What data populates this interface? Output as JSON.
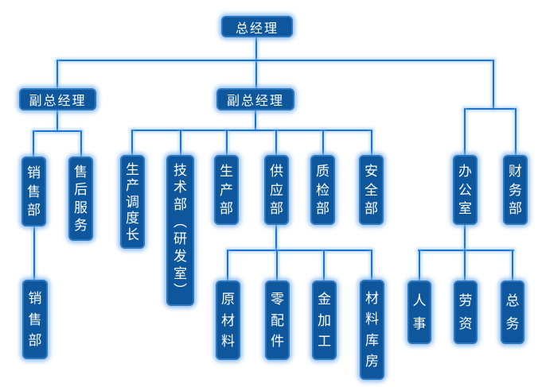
{
  "diagram": {
    "type": "org-chart"
  },
  "colors": {
    "box_fill": "#0e579c",
    "box_border": "#2a77c2",
    "line": "#1a74d0",
    "glow": "#7db4eb",
    "text": "#ffffff",
    "bg": "#ffffff"
  },
  "nodes": {
    "gm": {
      "label": "总经理",
      "parent": null
    },
    "vgm_left": {
      "label": "副总经理",
      "parent": "gm"
    },
    "vgm_mid": {
      "label": "副总经理",
      "parent": "gm"
    },
    "sales_dept": {
      "label": "销售部",
      "parent": "vgm_left"
    },
    "after_sales": {
      "label": "售后服务",
      "parent": "vgm_left"
    },
    "sales_dept_sub": {
      "label": "销售部",
      "parent": "sales_dept"
    },
    "prod_dispatch": {
      "label": "生产调度长",
      "parent": "vgm_mid"
    },
    "tech_dept": {
      "label": "技术部（研发室）",
      "parent": "vgm_mid"
    },
    "production": {
      "label": "生产部",
      "parent": "vgm_mid"
    },
    "supply": {
      "label": "供应部",
      "parent": "vgm_mid"
    },
    "quality": {
      "label": "质检部",
      "parent": "vgm_mid"
    },
    "safety": {
      "label": "安全部",
      "parent": "vgm_mid"
    },
    "raw_materials": {
      "label": "原材料",
      "parent": "supply"
    },
    "spare_parts": {
      "label": "零配件",
      "parent": "supply"
    },
    "metal_processing": {
      "label": "金加工",
      "parent": "supply"
    },
    "materials_warehouse": {
      "label": "材料库房",
      "parent": "supply"
    },
    "office": {
      "label": "办公室",
      "parent": "gm"
    },
    "finance": {
      "label": "财务部",
      "parent": "gm"
    },
    "personnel": {
      "label": "人事",
      "parent": "office"
    },
    "labor": {
      "label": "劳资",
      "parent": "office"
    },
    "general_affairs": {
      "label": "总务",
      "parent": "office"
    }
  }
}
